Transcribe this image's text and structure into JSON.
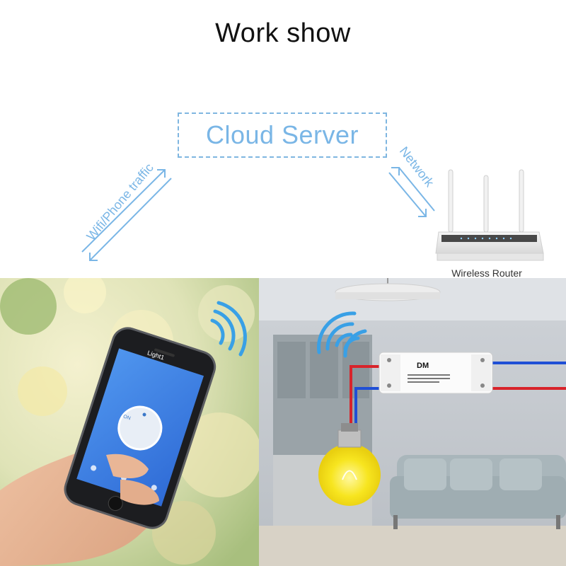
{
  "title": "Work show",
  "cloud": {
    "label": "Cloud Server"
  },
  "links": {
    "phone_link_label": "Wifi/Phone traffic",
    "router_link_label": "Network"
  },
  "router": {
    "label": "Wireless Router"
  },
  "phone_app": {
    "device_name": "Light1",
    "button_label": "ON"
  },
  "switch_module": {
    "brand": "DM"
  },
  "colors": {
    "accent_blue": "#7ab6e6",
    "dashed_border": "#7fb6e0",
    "wire_blue": "#1f4fd6",
    "wire_red": "#d8232a",
    "bulb_yellow": "#f7e51f"
  }
}
